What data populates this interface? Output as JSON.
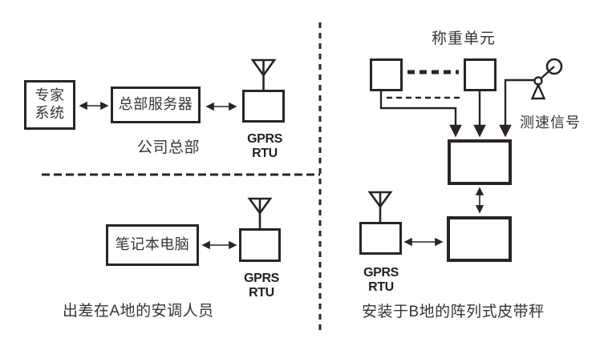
{
  "diagram": {
    "colors": {
      "line": "#2b2424",
      "text": "#3a3233"
    },
    "hq_section": {
      "expert_box_label": "专家\n系统",
      "server_box_label": "总部服务器",
      "caption": "公司总部",
      "rtu_label": "GPRS RTU"
    },
    "field_a_section": {
      "laptop_box_label": "笔记本电脑",
      "rtu_label": "GPRS RTU",
      "caption": "出差在A地的安调人员"
    },
    "site_b_section": {
      "title": "称重单元",
      "speed_signal_label": "测速信号",
      "rtu_label": "GPRS RTU",
      "caption": "安装于B地的阵列式皮带秤"
    }
  }
}
